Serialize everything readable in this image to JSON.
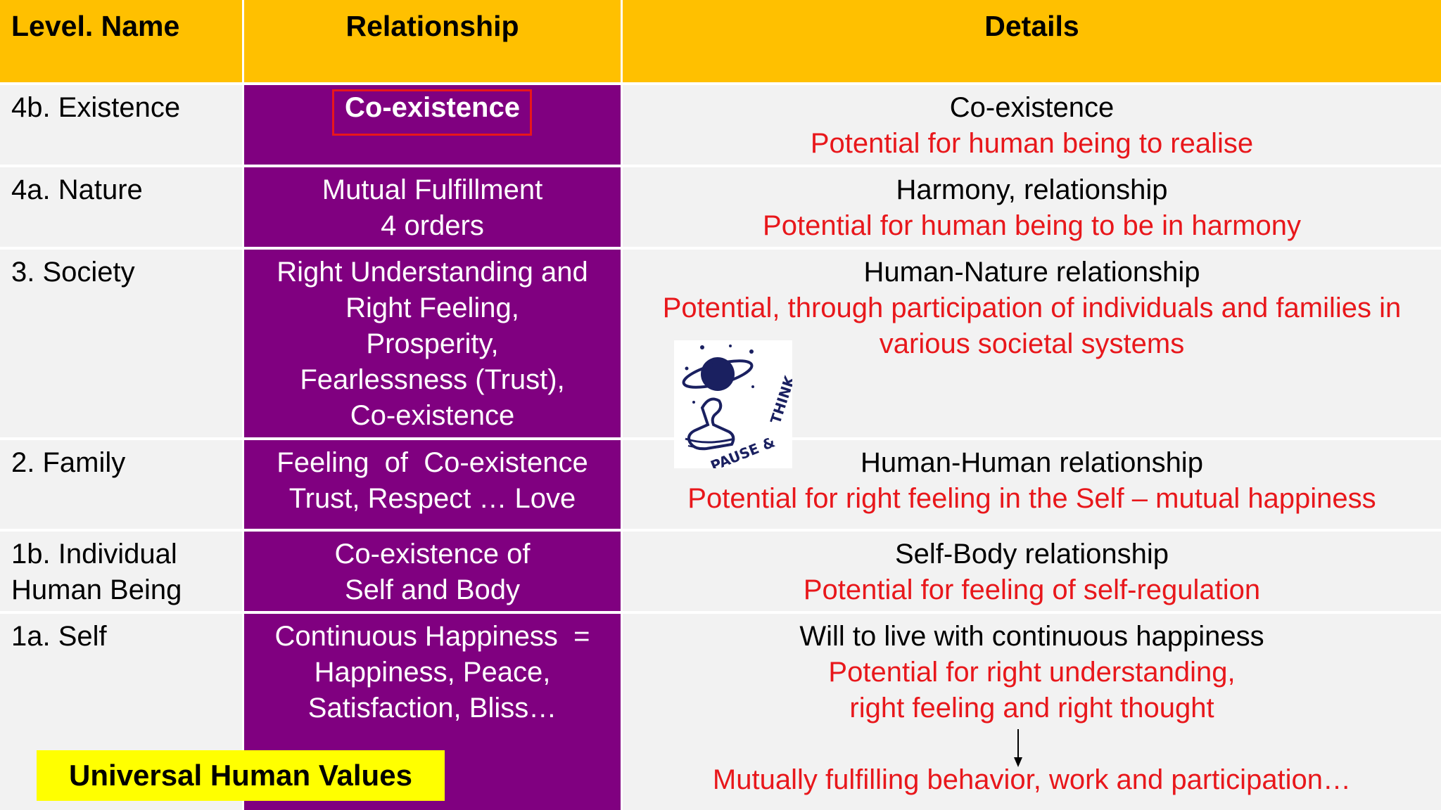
{
  "header": {
    "col1": "Level. Name",
    "col2": "Relationship",
    "col3": "Details"
  },
  "rows": [
    {
      "level": [
        "4b. Existence"
      ],
      "relationship": [
        "Co-existence"
      ],
      "detail_black": "Co-existence",
      "detail_red": [
        "Potential for human being to realise"
      ]
    },
    {
      "level": [
        "4a. Nature"
      ],
      "relationship": [
        "Mutual Fulfillment",
        "4 orders"
      ],
      "detail_black": "Harmony, relationship",
      "detail_red": [
        "Potential for human being to be in harmony"
      ]
    },
    {
      "level": [
        "3. Society"
      ],
      "relationship": [
        "Right Understanding and",
        "Right Feeling,",
        "Prosperity,",
        "Fearlessness (Trust),",
        "Co-existence"
      ],
      "detail_black": "Human-Nature relationship",
      "detail_red": [
        "Potential, through participation of individuals and families in",
        "various societal systems"
      ]
    },
    {
      "level": [
        "2. Family"
      ],
      "relationship": [
        "Feeling  of  Co-existence",
        "Trust, Respect … Love"
      ],
      "detail_black": "Human-Human relationship",
      "detail_red": [
        "Potential for right feeling in the Self – mutual happiness"
      ]
    },
    {
      "level": [
        "1b. Individual",
        "Human Being"
      ],
      "relationship": [
        "Co-existence of",
        "Self and Body"
      ],
      "detail_black": "Self-Body relationship",
      "detail_red": [
        "Potential for feeling of self-regulation"
      ]
    },
    {
      "level": [
        "1a. Self"
      ],
      "relationship": [
        "Continuous Happiness  =",
        "Happiness, Peace,",
        "Satisfaction, Bliss…"
      ],
      "detail_black": "Will to live with continuous happiness",
      "detail_red": [
        "Potential for right understanding,",
        "right feeling and right thought"
      ],
      "detail_red_after_arrow": "Mutually fulfilling behavior, work and participation…"
    }
  ],
  "badge": "Universal Human Values",
  "logo": {
    "text": "PAUSE & THINK",
    "icon": "pause-and-think-logo"
  },
  "colors": {
    "header_bg": "#FFC000",
    "relationship_bg": "#800080",
    "cell_bg": "#F2F2F2",
    "red_text": "#E8171B",
    "badge_bg": "#FFFF00"
  }
}
